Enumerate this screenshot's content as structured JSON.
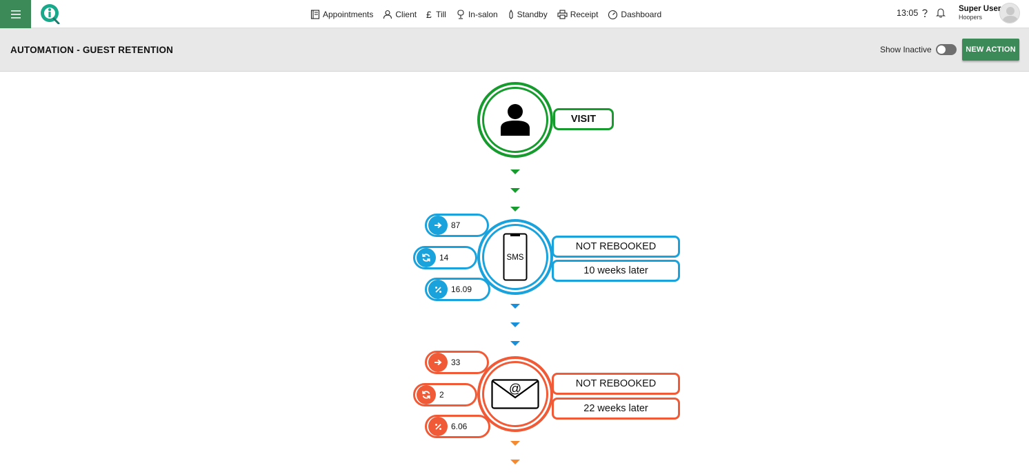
{
  "app": {
    "nav": [
      {
        "label": "Appointments",
        "icon": "appointments-icon"
      },
      {
        "label": "Client",
        "icon": "client-icon"
      },
      {
        "label": "Till",
        "icon": "pound-icon"
      },
      {
        "label": "In-salon",
        "icon": "in-salon-icon"
      },
      {
        "label": "Standby",
        "icon": "standby-icon"
      },
      {
        "label": "Receipt",
        "icon": "printer-icon"
      },
      {
        "label": "Dashboard",
        "icon": "dashboard-icon"
      }
    ],
    "clock": "13:05",
    "user": {
      "name": "Super User",
      "org": "Hoopers"
    }
  },
  "header": {
    "title": "AUTOMATION - GUEST RETENTION",
    "show_inactive_label": "Show Inactive",
    "show_inactive_on": false,
    "new_action_label": "NEW ACTION"
  },
  "colors": {
    "brand": "#3b8a57",
    "visit": "#179b2e",
    "sms": "#1aa2dc",
    "email": "#f05a36",
    "arrow_orange": "#f5892f"
  },
  "flow": {
    "visit": {
      "label": "VISIT",
      "icon": "person-icon"
    },
    "sms": {
      "icon": "sms-phone-icon",
      "icon_text": "SMS",
      "trigger": "NOT REBOOKED",
      "delay": "10 weeks later",
      "sent": "87",
      "rebooked": "14",
      "percent": "16.09"
    },
    "email": {
      "icon": "email-envelope-icon",
      "icon_text": "@",
      "trigger": "NOT REBOOKED",
      "delay": "22 weeks later",
      "sent": "33",
      "rebooked": "2",
      "percent": "6.06"
    }
  }
}
